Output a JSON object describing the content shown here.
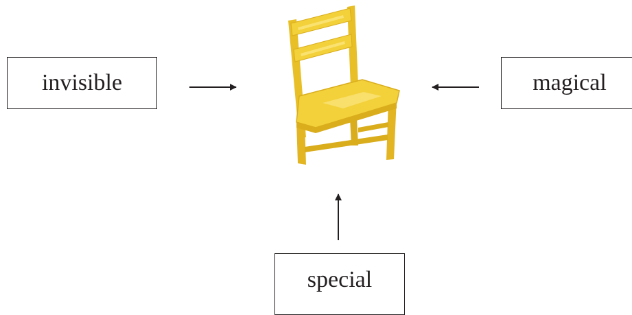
{
  "words": {
    "left": "invisible",
    "right": "magical",
    "bottom": "special"
  },
  "picture": {
    "subject_icon": "yellow-wooden-chair-icon"
  },
  "colors": {
    "ink": "#231f20",
    "chair": "#f3d13a",
    "chair_shadow": "#d9ad1c",
    "chair_highlight": "#fbe680"
  }
}
